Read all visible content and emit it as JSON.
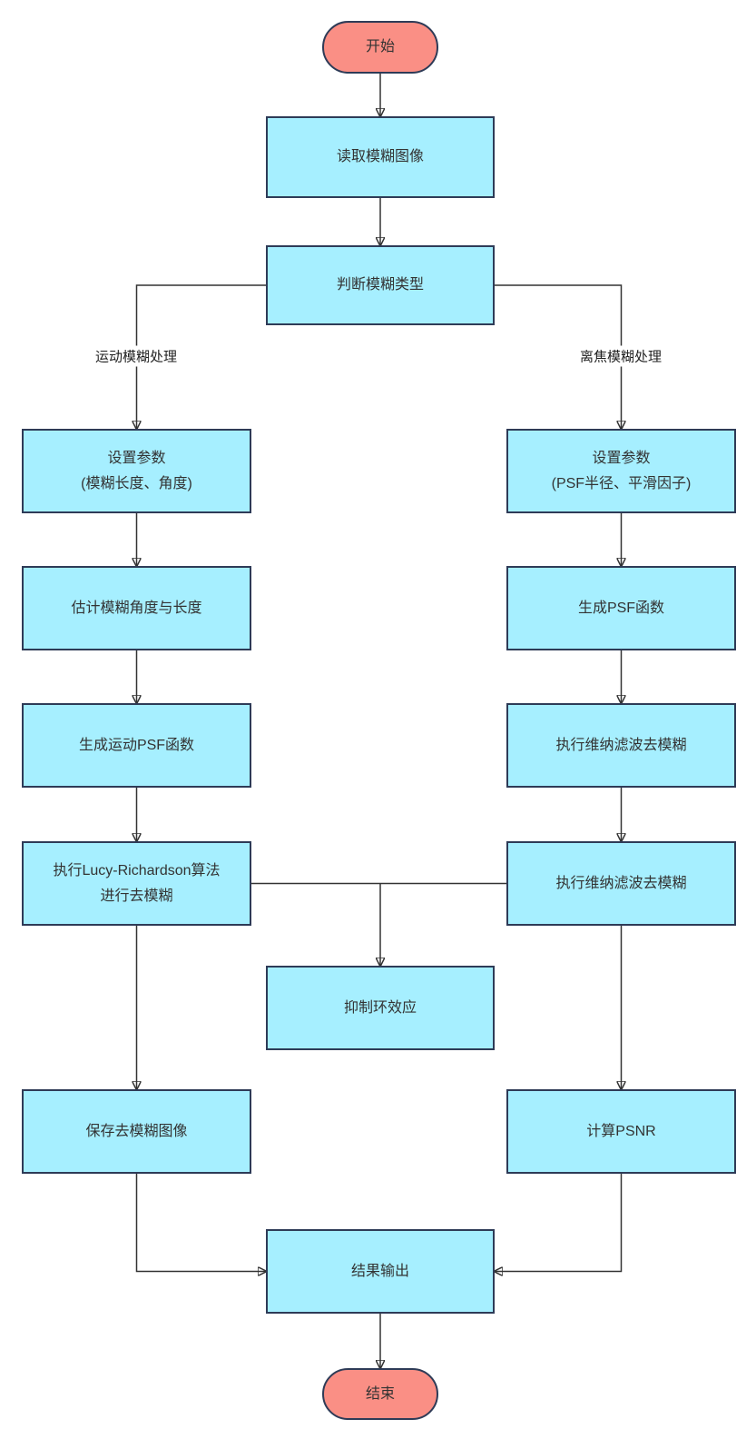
{
  "diagram_type": "flowchart",
  "colors": {
    "process_fill": "#A6EFFF",
    "terminal_fill": "#FA8F85",
    "node_border": "#2E3B57",
    "edge_stroke": "#333333",
    "text": "#333333",
    "background": "#FFFFFF"
  },
  "nodes": {
    "start": {
      "label": "开始"
    },
    "read_image": {
      "label": "读取模糊图像"
    },
    "judge_type": {
      "label": "判断模糊类型"
    },
    "motion_params": {
      "label": "设置参数\n(模糊长度、角度)"
    },
    "estimate_angle_length": {
      "label": "估计模糊角度与长度"
    },
    "gen_motion_psf": {
      "label": "生成运动PSF函数"
    },
    "lucy_richardson": {
      "label": "执行Lucy-Richardson算法\n进行去模糊"
    },
    "save_image": {
      "label": "保存去模糊图像"
    },
    "defocus_params": {
      "label": "设置参数\n(PSF半径、平滑因子)"
    },
    "gen_psf": {
      "label": "生成PSF函数"
    },
    "wiener_deblur_1": {
      "label": "执行维纳滤波去模糊"
    },
    "wiener_deblur_2": {
      "label": "执行维纳滤波去模糊"
    },
    "suppress_ringing": {
      "label": "抑制环效应"
    },
    "calc_psnr": {
      "label": "计算PSNR"
    },
    "result_output": {
      "label": "结果输出"
    },
    "end": {
      "label": "结束"
    }
  },
  "edge_labels": {
    "motion_branch": "运动模糊处理",
    "defocus_branch": "离焦模糊处理"
  }
}
